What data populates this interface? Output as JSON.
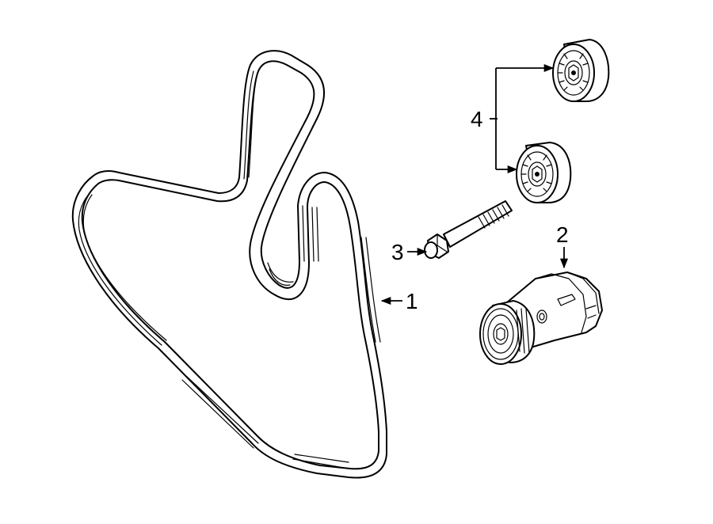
{
  "callouts": {
    "belt": "1",
    "tensioner": "2",
    "bolt": "3",
    "idler_pulleys": "4"
  },
  "colors": {
    "line": "#000000",
    "background": "#ffffff"
  }
}
